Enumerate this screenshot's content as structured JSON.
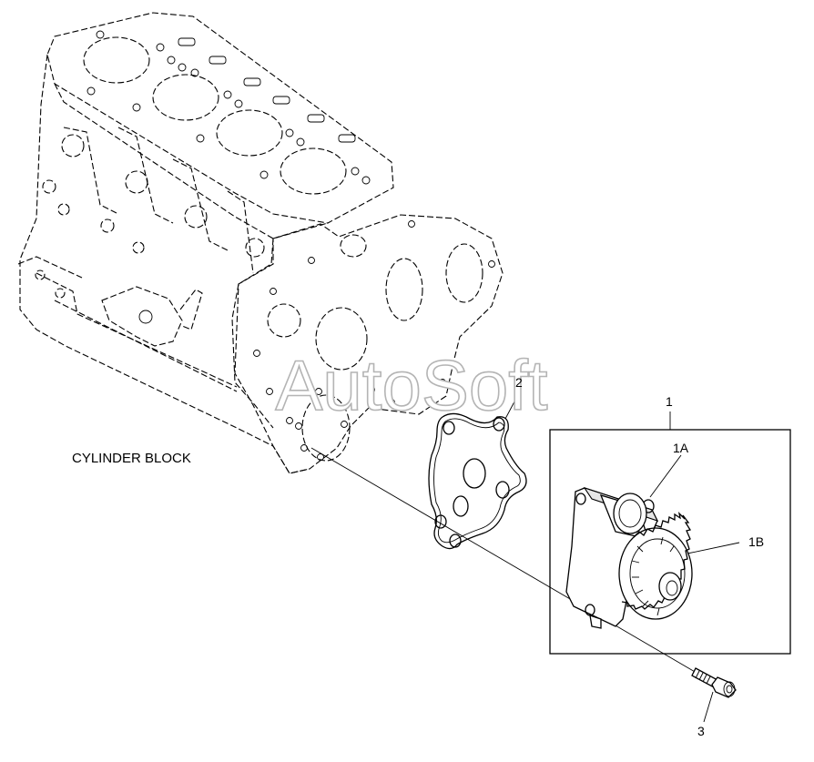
{
  "watermark": "AutoSoft",
  "labels": {
    "cylinder_block": "CYLINDER BLOCK",
    "ref_1": "1",
    "ref_1a": "1A",
    "ref_1b": "1B",
    "ref_2": "2",
    "ref_3": "3"
  },
  "colors": {
    "line": "#000000",
    "background": "#ffffff",
    "watermark": "#c8c8c8"
  }
}
